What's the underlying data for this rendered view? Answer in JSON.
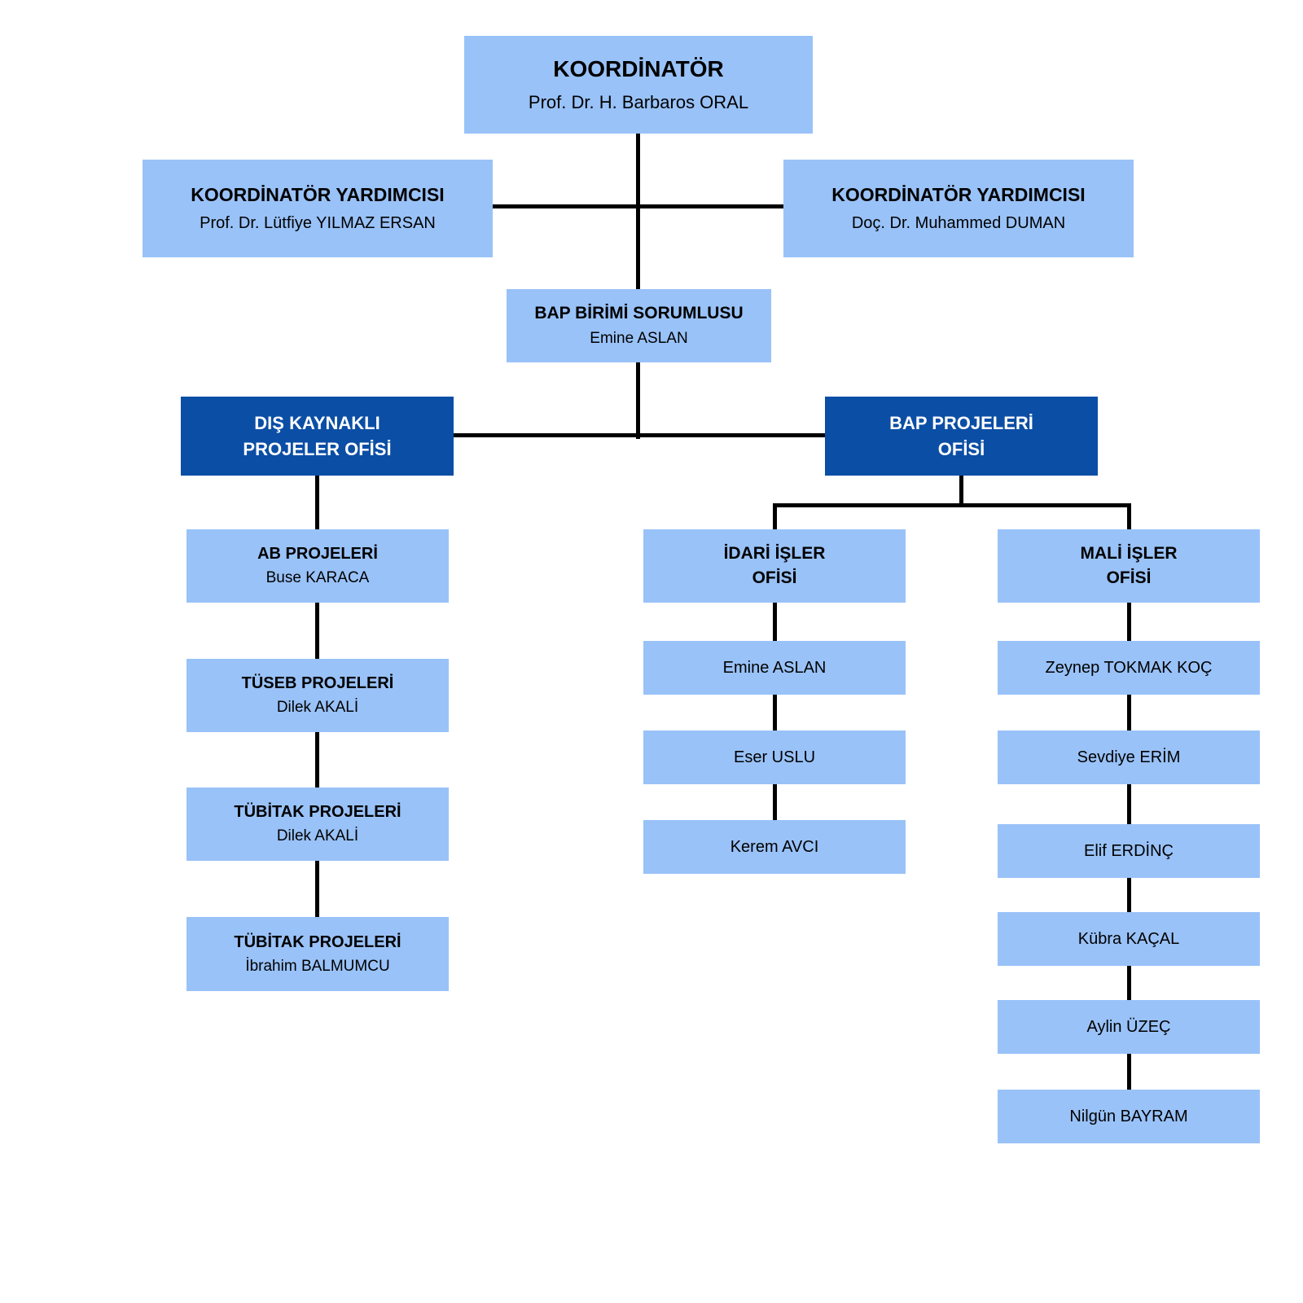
{
  "org_chart": {
    "koordinator": {
      "title": "KOORDİNATÖR",
      "name": "Prof. Dr. H. Barbaros ORAL"
    },
    "deputies": [
      {
        "title": "KOORDİNATÖR YARDIMCISI",
        "name": "Prof. Dr. Lütfiye YILMAZ ERSAN"
      },
      {
        "title": "KOORDİNATÖR YARDIMCISI",
        "name": "Doç. Dr. Muhammed DUMAN"
      }
    ],
    "bap_unit_lead": {
      "title": "BAP BİRİMİ SORUMLUSU",
      "name": "Emine ASLAN"
    },
    "external_projects_office": {
      "line1": "DIŞ KAYNAKLI",
      "line2": "PROJELER OFİSİ"
    },
    "bap_projects_office": {
      "line1": "BAP PROJELERİ",
      "line2": "OFİSİ"
    },
    "external_units": [
      {
        "title": "AB PROJELERİ",
        "name": "Buse KARACA"
      },
      {
        "title": "TÜSEB PROJELERİ",
        "name": "Dilek AKALİ"
      },
      {
        "title": "TÜBİTAK PROJELERİ",
        "name": "Dilek AKALİ"
      },
      {
        "title": "TÜBİTAK PROJELERİ",
        "name": "İbrahim BALMUMCU"
      }
    ],
    "administrative_office": {
      "line1": "İDARİ İŞLER",
      "line2": "OFİSİ",
      "members": [
        "Emine ASLAN",
        "Eser USLU",
        "Kerem AVCI"
      ]
    },
    "financial_office": {
      "line1": "MALİ İŞLER",
      "line2": "OFİSİ",
      "members": [
        "Zeynep TOKMAK KOÇ",
        "Sevdiye ERİM",
        "Elif ERDİNÇ",
        "Kübra KAÇAL",
        "Aylin ÜZEÇ",
        "Nilgün BAYRAM"
      ]
    }
  },
  "colors": {
    "light_box": "#99C2F8",
    "dark_box": "#0B4EA5",
    "line": "#000000",
    "light_box_text": "#000000",
    "dark_box_text": "#FFFFFF"
  }
}
